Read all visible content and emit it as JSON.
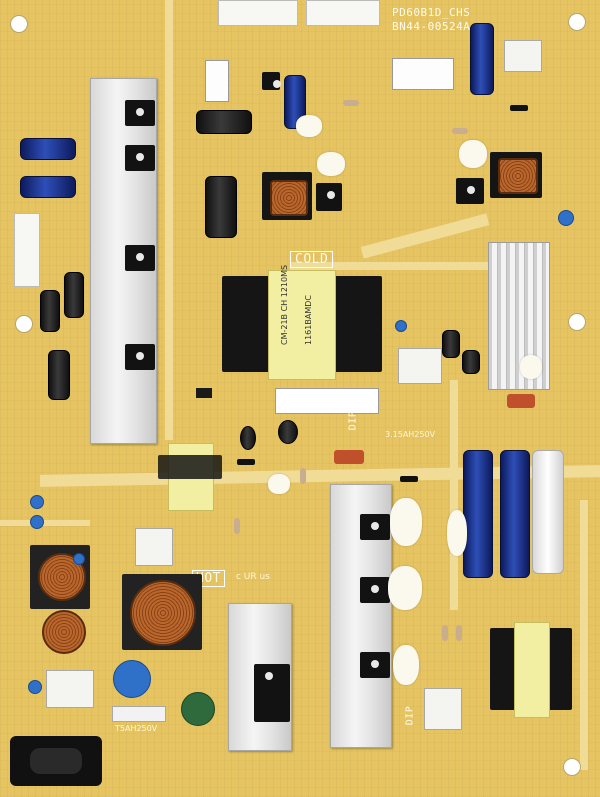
{
  "board": {
    "model_text": "PD60B1D_CHS",
    "part_number": "BN44-00524A",
    "cold_label": "COLD",
    "hot_label": "HOT",
    "dip_label_1": "DIP",
    "dip_label_2": "DIP",
    "fuse_rating_1": "3.15AH250V",
    "fuse_rating_2": "T5AH250V",
    "transformer_text_1": "CM-21B CH 1210MS",
    "transformer_text_2": "1161BAMDC",
    "ul_mark": "c UR us"
  },
  "colors": {
    "pcb": "#e6c462",
    "heatsink": "#e6e6e6",
    "capacitor_blue": "#1f3a8f",
    "capacitor_black": "#1b1b1b",
    "transformer_core": "#151515",
    "transformer_tape": "#f3efa2"
  }
}
